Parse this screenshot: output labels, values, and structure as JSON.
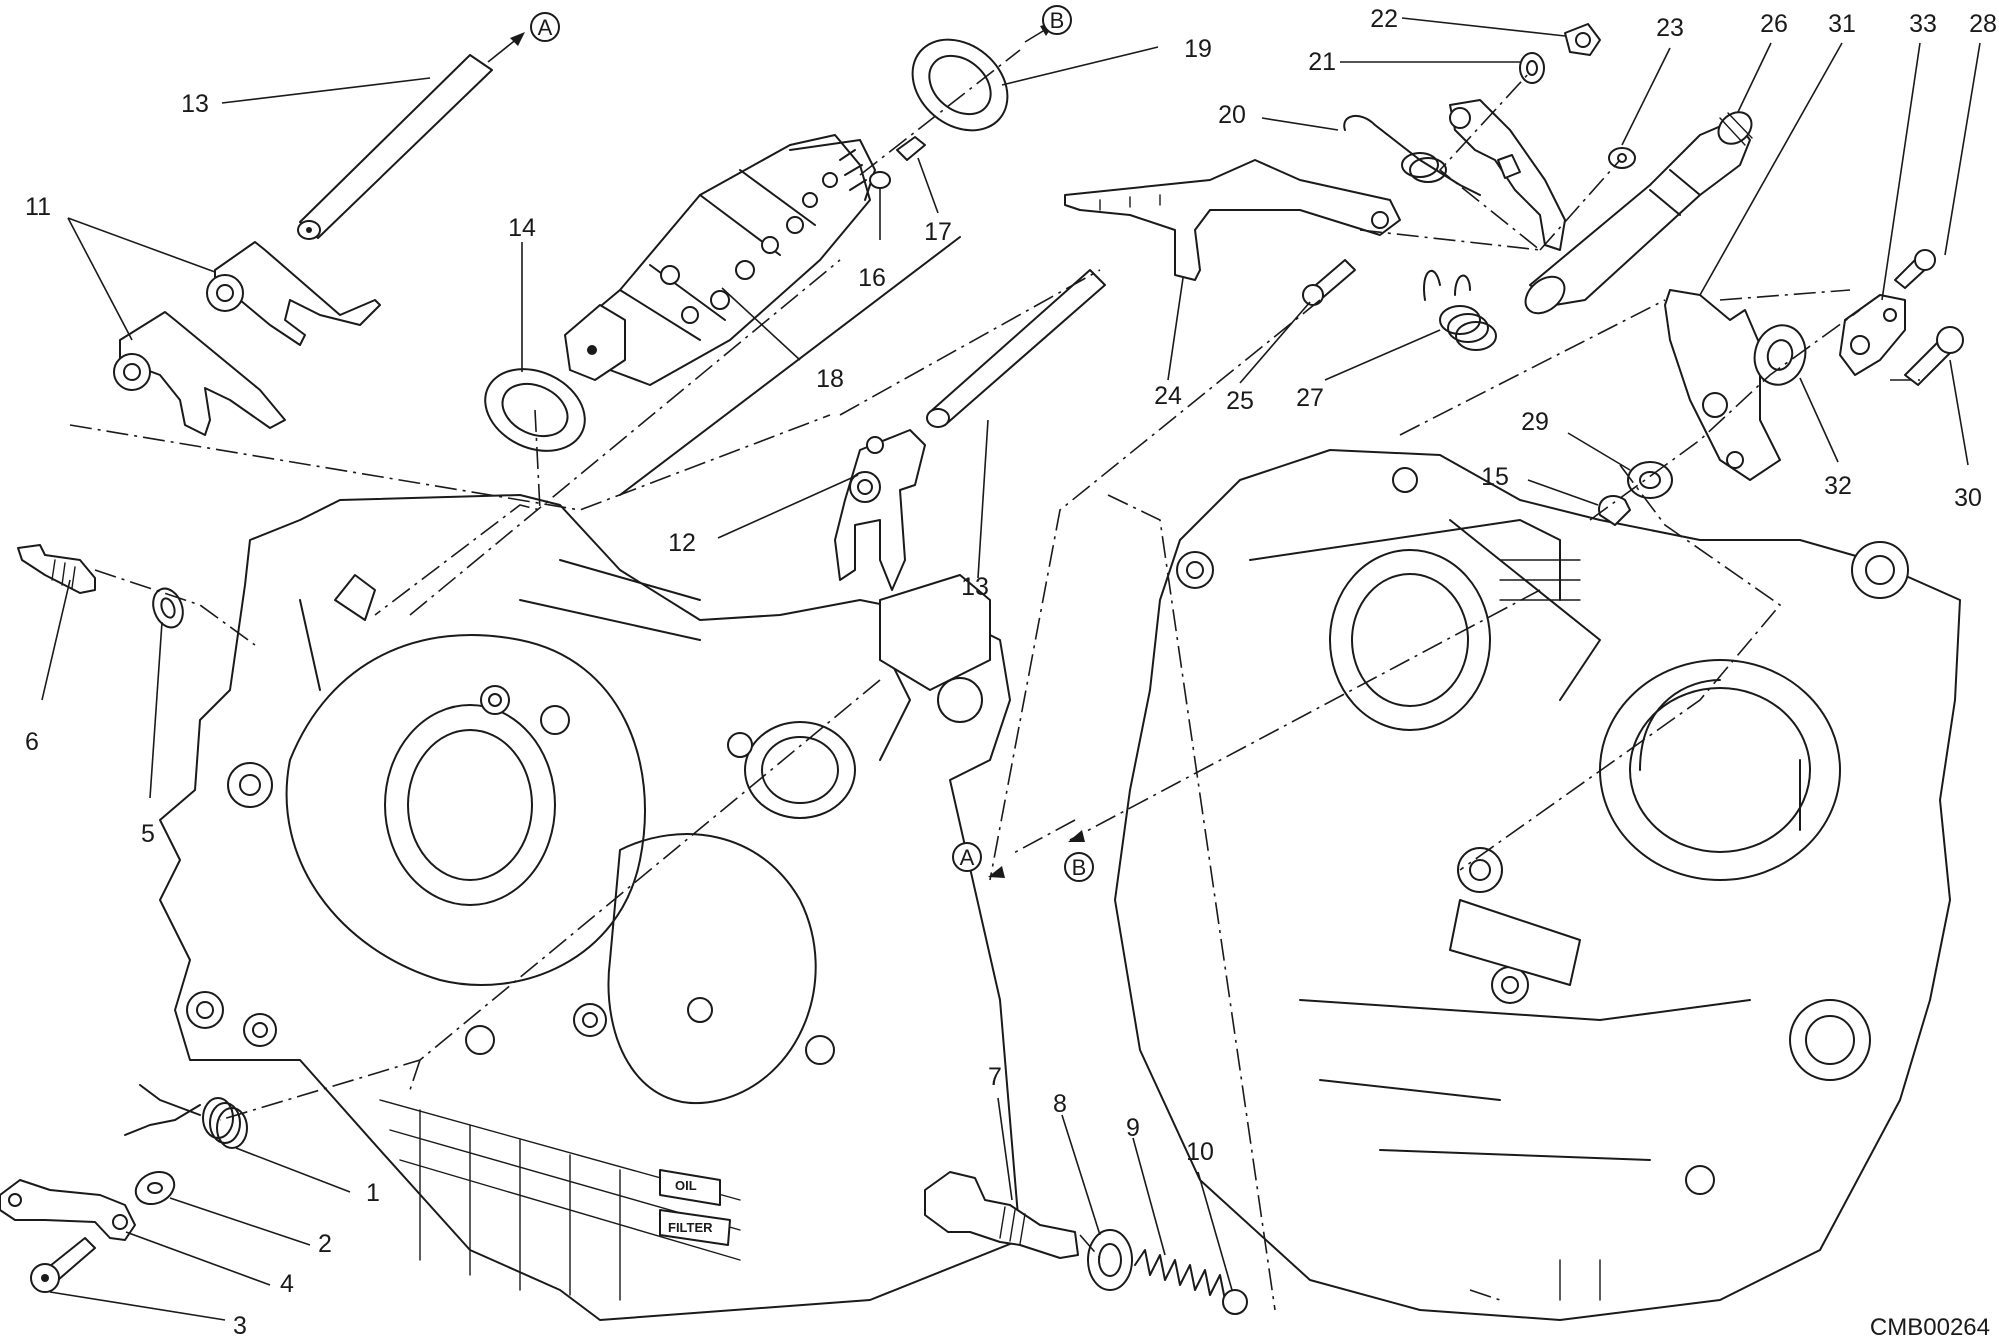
{
  "diagram": {
    "drawing_code": "CMB00264",
    "reference_markers": [
      "A",
      "B"
    ],
    "embossed_text": [
      "OIL",
      "FILTER"
    ],
    "callouts": [
      {
        "id": "c13a",
        "label": "13"
      },
      {
        "id": "c11",
        "label": "11"
      },
      {
        "id": "c6",
        "label": "6"
      },
      {
        "id": "c5",
        "label": "5"
      },
      {
        "id": "c14",
        "label": "14"
      },
      {
        "id": "c18",
        "label": "18"
      },
      {
        "id": "c16",
        "label": "16"
      },
      {
        "id": "c17",
        "label": "17"
      },
      {
        "id": "c19",
        "label": "19"
      },
      {
        "id": "c12",
        "label": "12"
      },
      {
        "id": "c13b",
        "label": "13"
      },
      {
        "id": "c22",
        "label": "22"
      },
      {
        "id": "c21",
        "label": "21"
      },
      {
        "id": "c20",
        "label": "20"
      },
      {
        "id": "c23",
        "label": "23"
      },
      {
        "id": "c26",
        "label": "26"
      },
      {
        "id": "c31",
        "label": "31"
      },
      {
        "id": "c33",
        "label": "33"
      },
      {
        "id": "c28",
        "label": "28"
      },
      {
        "id": "c24",
        "label": "24"
      },
      {
        "id": "c25",
        "label": "25"
      },
      {
        "id": "c27",
        "label": "27"
      },
      {
        "id": "c29",
        "label": "29"
      },
      {
        "id": "c15",
        "label": "15"
      },
      {
        "id": "c32",
        "label": "32"
      },
      {
        "id": "c30",
        "label": "30"
      },
      {
        "id": "c1",
        "label": "1"
      },
      {
        "id": "c2",
        "label": "2"
      },
      {
        "id": "c4",
        "label": "4"
      },
      {
        "id": "c3",
        "label": "3"
      },
      {
        "id": "c7",
        "label": "7"
      },
      {
        "id": "c8",
        "label": "8"
      },
      {
        "id": "c9",
        "label": "9"
      },
      {
        "id": "c10",
        "label": "10"
      }
    ]
  }
}
